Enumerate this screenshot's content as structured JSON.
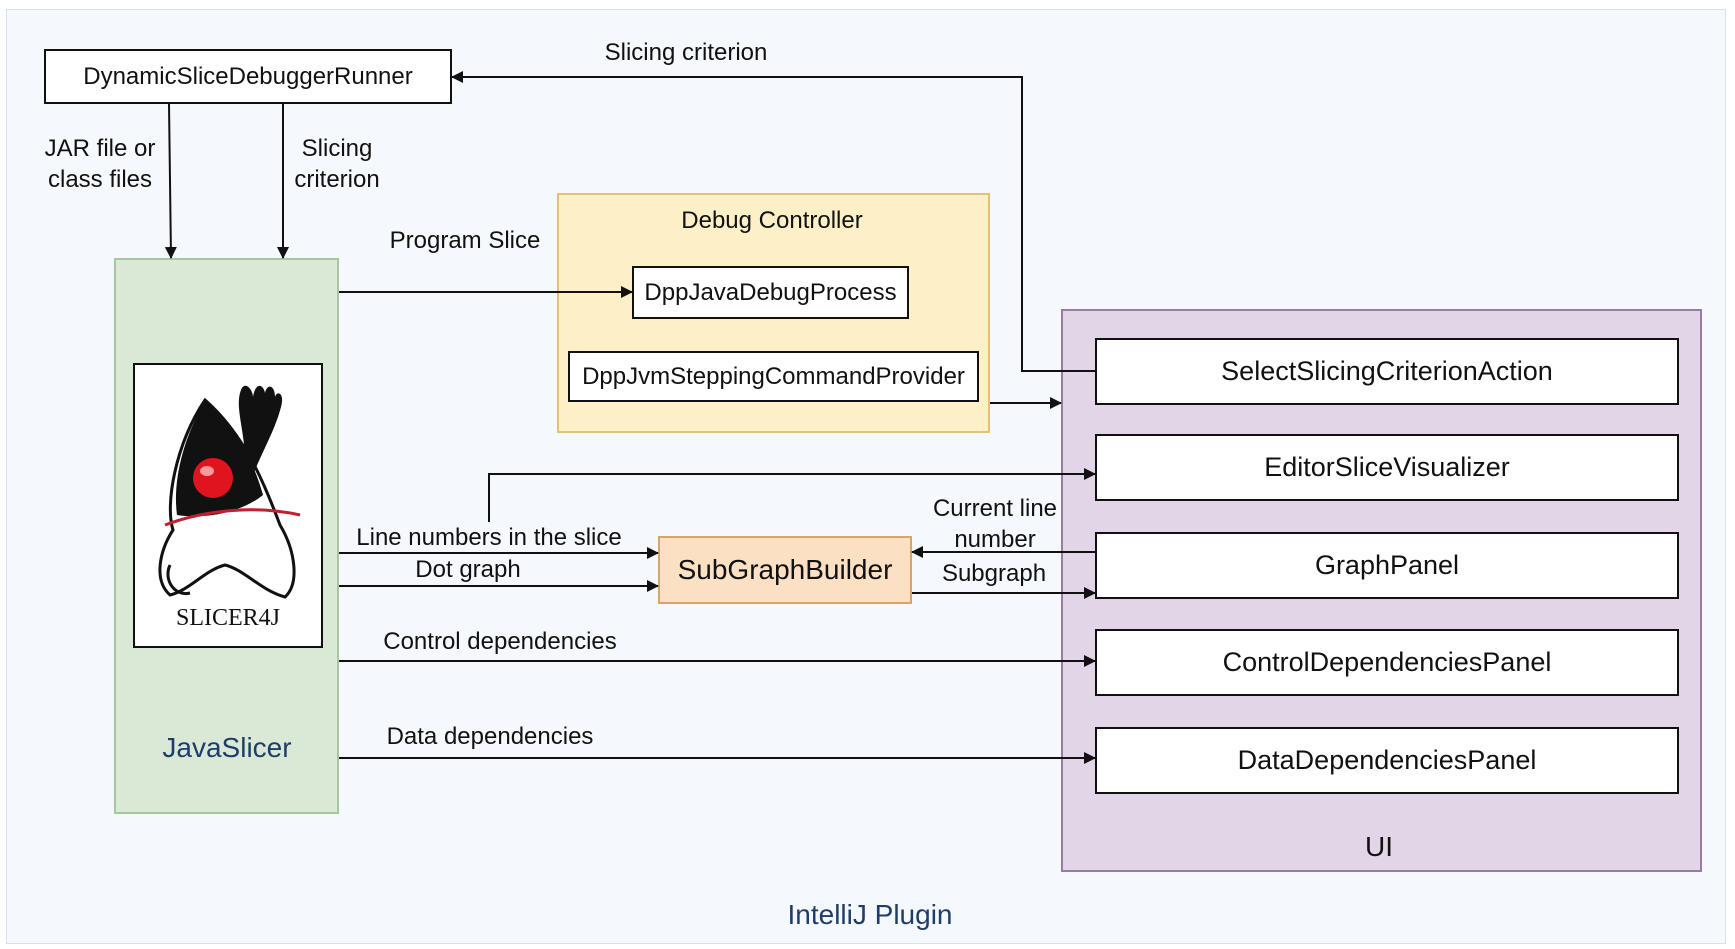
{
  "groups": {
    "plugin": "IntelliJ Plugin",
    "ui": "UI",
    "javaslicer": "JavaSlicer",
    "debug_controller": "Debug Controller"
  },
  "nodes": {
    "runner": "DynamicSliceDebuggerRunner",
    "debug_process": "DppJavaDebugProcess",
    "stepping_provider": "DppJvmSteppingCommandProvider",
    "subgraph_builder": "SubGraphBuilder",
    "select_action": "SelectSlicingCriterionAction",
    "editor_visualizer": "EditorSliceVisualizer",
    "graph_panel": "GraphPanel",
    "control_panel": "ControlDependenciesPanel",
    "data_panel": "DataDependenciesPanel"
  },
  "logo": {
    "text": "SLICER4J",
    "icon": "duke-mascot-icon"
  },
  "edges": {
    "slicing_criterion_top": "Slicing criterion",
    "jar_files_line1": "JAR file or",
    "jar_files_line2": "class files",
    "slicing_criterion_line1": "Slicing",
    "slicing_criterion_line2": "criterion",
    "program_slice": "Program Slice",
    "line_numbers": "Line numbers in the slice",
    "dot_graph": "Dot graph",
    "current_line_1": "Current line",
    "current_line_2": "number",
    "subgraph": "Subgraph",
    "control_dependencies": "Control dependencies",
    "data_dependencies": "Data dependencies"
  },
  "colors": {
    "plugin_bg": "#f5f9fd",
    "ui_bg": "#e2d5e7",
    "javaslicer_bg": "#d9e9d6",
    "debug_bg": "#fdf0c6",
    "subgraph_bg": "#fbe0c4",
    "group_label": "#1f3d6b"
  }
}
